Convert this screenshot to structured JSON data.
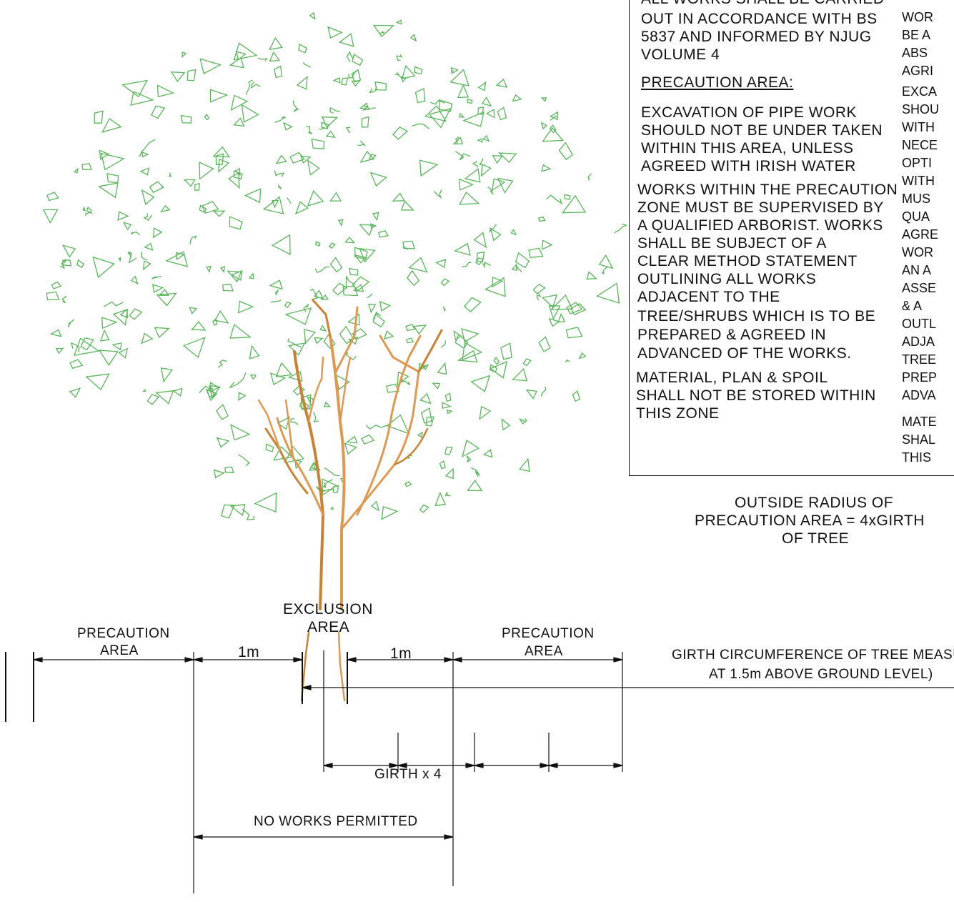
{
  "notes": {
    "intro_lines": [
      "ALL WORKS SHALL BE CARRIED",
      "OUT IN ACCORDANCE WITH BS",
      "5837 AND INFORMED BY NJUG",
      "VOLUME 4"
    ],
    "heading": "PRECAUTION AREA:",
    "excavation_lines": [
      "EXCAVATION OF PIPE WORK",
      "SHOULD NOT BE UNDER TAKEN",
      "WITHIN THIS AREA, UNLESS",
      "AGREED WITH IRISH WATER"
    ],
    "works_lines": [
      "WORKS WITHIN THE PRECAUTION",
      "ZONE MUST BE SUPERVISED BY",
      "A QUALIFIED ARBORIST. WORKS",
      "SHALL BE SUBJECT OF A",
      "CLEAR METHOD STATEMENT",
      "OUTLINING ALL WORKS",
      "ADJACENT TO THE",
      "TREE/SHRUBS WHICH IS TO BE",
      "PREPARED & AGREED IN",
      "ADVANCED OF THE WORKS."
    ],
    "material_lines": [
      "MATERIAL, PLAN & SPOIL",
      "SHALL NOT BE STORED WITHIN",
      "THIS ZONE"
    ]
  },
  "right_column_fragments": [
    "WOR",
    "BE A",
    "ABS",
    "AGRI",
    "EXCA",
    "SHOU",
    "WITH",
    "NECE",
    "OPTI",
    "WITH",
    "MUS",
    "QUA",
    "AGRE",
    "WOR",
    "AN A",
    "ASSE",
    "& A",
    "OUTL",
    "ADJA",
    "TREE",
    "PREP",
    "ADVA",
    "MATE",
    "SHAL",
    "THIS"
  ],
  "labels": {
    "outside_radius": [
      "OUTSIDE RADIUS OF",
      "PRECAUTION AREA = 4xGIRTH",
      "OF TREE"
    ],
    "exclusion_area": [
      "EXCLUSION",
      "AREA"
    ],
    "precaution_left": [
      "PRECAUTION",
      "AREA"
    ],
    "precaution_right": [
      "PRECAUTION",
      "AREA"
    ],
    "dim_1m_left": "1m",
    "dim_1m_right": "1m",
    "girth_note": [
      "GIRTH CIRCUMFERENCE OF TREE MEASURED",
      "AT 1.5m ABOVE GROUND LEVEL)"
    ],
    "girth_x4": "GIRTH x 4",
    "no_works": "NO WORKS PERMITTED"
  },
  "colors": {
    "foliage": "#58b658",
    "trunk": "#e0984f",
    "trunk_dark": "#c98233",
    "line": "#111111"
  }
}
